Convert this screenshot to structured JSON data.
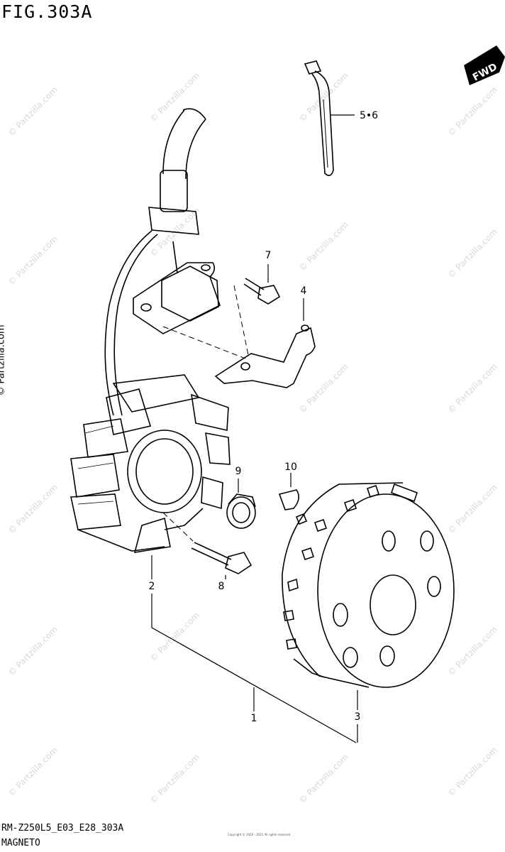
{
  "figure": {
    "title": "FIG.303A",
    "code": "RM-Z250L5_E03_E28_303A",
    "name": "MAGNETO",
    "fine_print": "Copyright © 2020 - 2021 All rights reserved"
  },
  "watermark": {
    "side_text": "© Partzilla.com",
    "tile_text": "© Partzilla.com"
  },
  "direction_badge": {
    "label": "FWD",
    "icon": "forward-arrow-icon"
  },
  "callouts": [
    {
      "id": "1",
      "label": "1",
      "part": "magneto assembly"
    },
    {
      "id": "2",
      "label": "2",
      "part": "stator"
    },
    {
      "id": "3",
      "label": "3",
      "part": "rotor"
    },
    {
      "id": "4",
      "label": "4",
      "part": "bracket"
    },
    {
      "id": "5-6",
      "label": "5•6",
      "part": "cable tie"
    },
    {
      "id": "7",
      "label": "7",
      "part": "bolt"
    },
    {
      "id": "8",
      "label": "8",
      "part": "bolt"
    },
    {
      "id": "9",
      "label": "9",
      "part": "grommet"
    },
    {
      "id": "10",
      "label": "10",
      "part": "key"
    }
  ],
  "colors": {
    "line": "#000000",
    "background": "#ffffff",
    "watermark": "#d8d8d8"
  }
}
